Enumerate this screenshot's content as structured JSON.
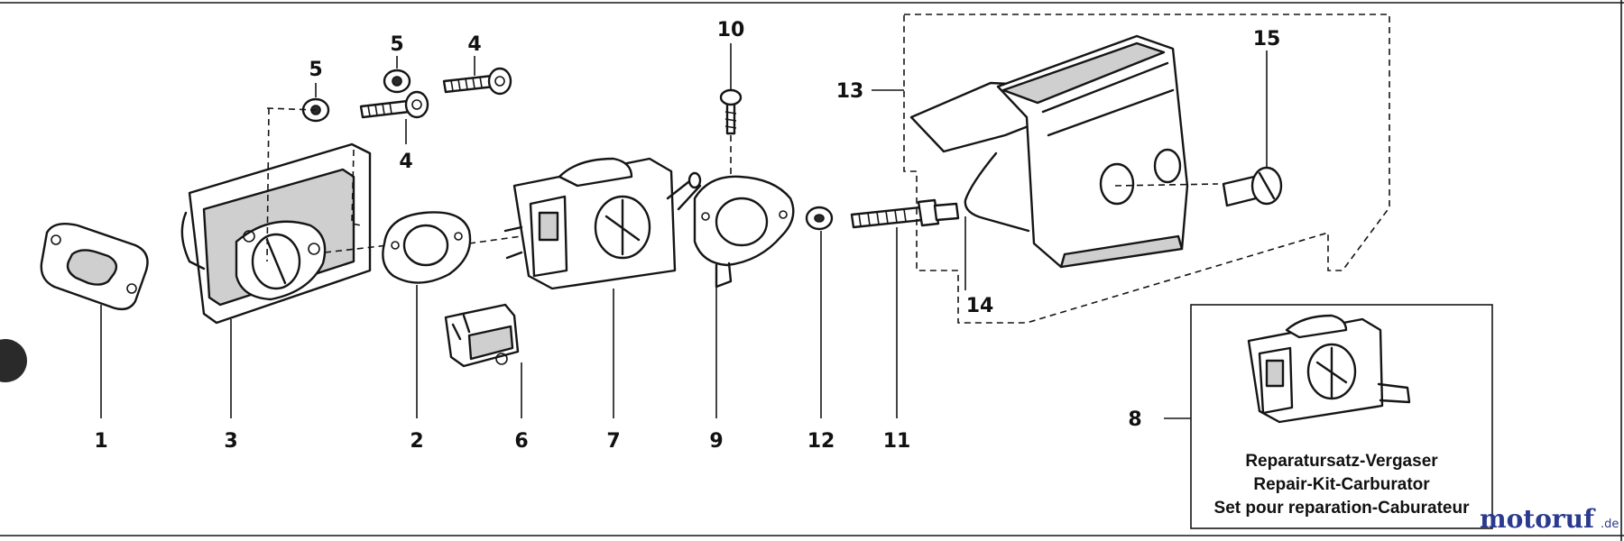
{
  "parts": {
    "p1": "1",
    "p2": "2",
    "p3": "3",
    "p4a": "4",
    "p4b": "4",
    "p5a": "5",
    "p5b": "5",
    "p6": "6",
    "p7": "7",
    "p8": "8",
    "p9": "9",
    "p10": "10",
    "p11": "11",
    "p12": "12",
    "p13": "13",
    "p14": "14",
    "p15": "15"
  },
  "repair_kit": {
    "line_de": "Reparatursatz-Vergaser",
    "line_en": "Repair-Kit-Carburator",
    "line_fr": "Set pour reparation-Caburateur"
  },
  "watermark": {
    "name": "motoruf",
    "suffix": ".de",
    "colors": {
      "primary": "#2b3a8f",
      "accent": "#e8a11a"
    }
  }
}
